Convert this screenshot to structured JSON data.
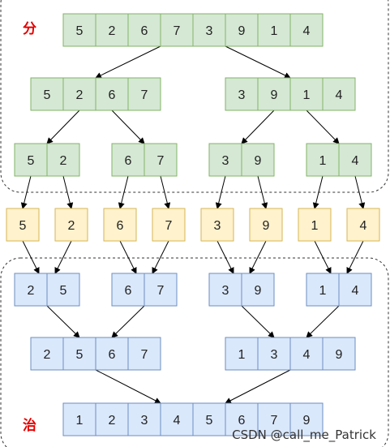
{
  "labels": {
    "divide": "分",
    "conquer": "治"
  },
  "watermark": "CSDN @call_me_Patrick",
  "colors": {
    "green_fill": "#d5e8d4",
    "green_stroke": "#82b366",
    "yellow_fill": "#fff2cc",
    "yellow_stroke": "#d6b656",
    "blue_fill": "#dae8fc",
    "blue_stroke": "#6c8ebf",
    "label_red": "#e60000"
  },
  "divide": {
    "level0": [
      [
        5,
        2,
        6,
        7,
        3,
        9,
        1,
        4
      ]
    ],
    "level1": [
      [
        5,
        2,
        6,
        7
      ],
      [
        3,
        9,
        1,
        4
      ]
    ],
    "level2": [
      [
        5,
        2
      ],
      [
        6,
        7
      ],
      [
        3,
        9
      ],
      [
        1,
        4
      ]
    ]
  },
  "singles": [
    5,
    2,
    6,
    7,
    3,
    9,
    1,
    4
  ],
  "conquer": {
    "level2": [
      [
        2,
        5
      ],
      [
        6,
        7
      ],
      [
        3,
        9
      ],
      [
        1,
        4
      ]
    ],
    "level1": [
      [
        2,
        5,
        6,
        7
      ],
      [
        1,
        3,
        4,
        9
      ]
    ],
    "level0": [
      [
        1,
        2,
        3,
        4,
        5,
        6,
        7,
        9
      ]
    ]
  }
}
